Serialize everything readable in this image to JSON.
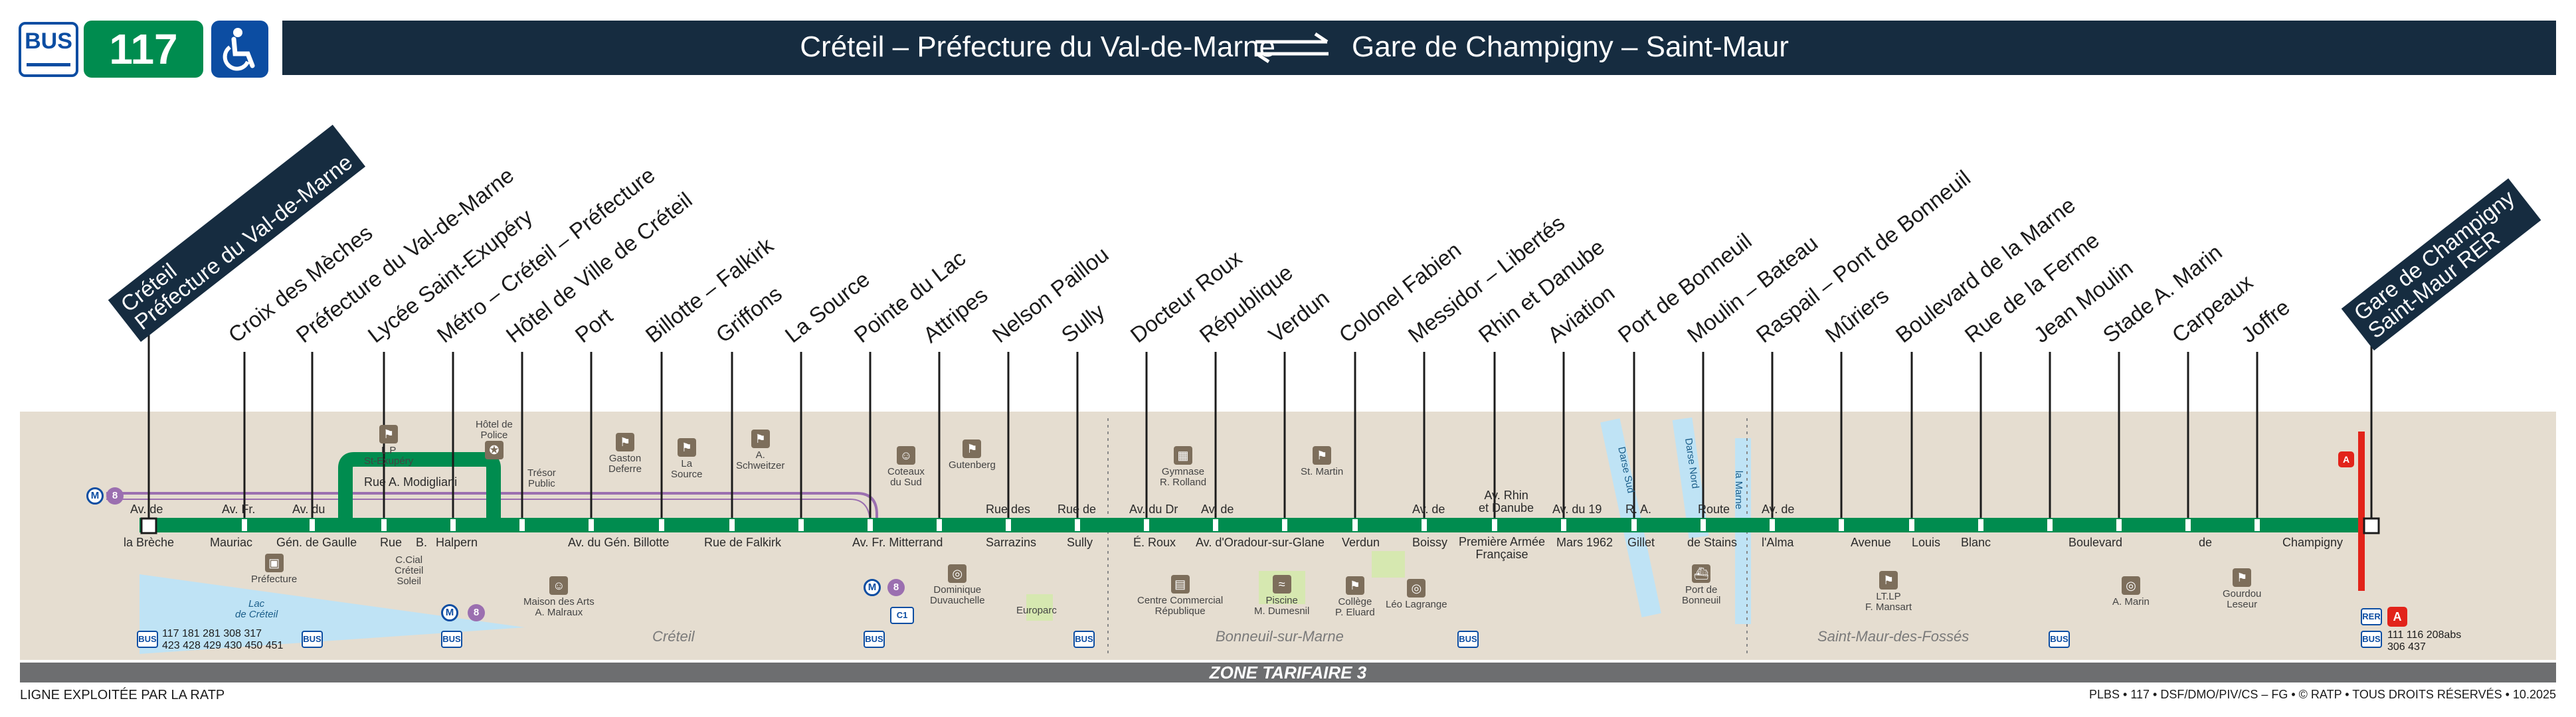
{
  "header": {
    "bus_label": "BUS",
    "line_number": "117",
    "accessibility_icon": "wheelchair-icon",
    "route_from": "Créteil – Préfecture du Val-de-Marne",
    "route_to": "Gare de Champigny – Saint-Maur",
    "direction_icon": "bidirectional-arrows-icon"
  },
  "colors": {
    "line_green": "#008c4f",
    "header_navy": "#162c40",
    "bus_blue": "#0c4da2",
    "map_bg": "#e5ddd0",
    "metro_purple": "#9b6fb0",
    "rer_red": "#e2231a",
    "zone_grey": "#6d6e70"
  },
  "terminus_start": "Créteil\nPréfecture du Val-de-Marne",
  "terminus_end": "Gare de Champigny\nSaint-Maur RER",
  "stops": [
    "Croix des Mèches",
    "Préfecture du Val-de-Marne",
    "Lycée Saint-Exupéry",
    "Métro – Créteil – Préfecture",
    "Hôtel de Ville de Créteil",
    "Port",
    "Billotte – Falkirk",
    "Griffons",
    "La Source",
    "Pointe du Lac",
    "Attripes",
    "Nelson Paillou",
    "Sully",
    "Docteur Roux",
    "République",
    "Verdun",
    "Colonel Fabien",
    "Messidor – Libertés",
    "Rhin et Danube",
    "Aviation",
    "Port de Bonneuil",
    "Moulin – Bateau",
    "Raspail – Pont de Bonneuil",
    "Mûriers",
    "Boulevard de la Marne",
    "Rue de la Ferme",
    "Jean Moulin",
    "Stade A. Marin",
    "Carpeaux",
    "Joffre"
  ],
  "streets_top": [
    "Av. de",
    "Av. Fr.",
    "Av. du",
    "Rue A. Modigliani",
    "Rue des",
    "Rue de",
    "Av. du Dr",
    "Av. de",
    "Av. de",
    "Av. Rhin\net Danube",
    "Av. du 19",
    "R. A.",
    "Route",
    "Av. de"
  ],
  "streets_bottom": [
    "la Brèche",
    "Mauriac",
    "Gén. de Gaulle",
    "Rue",
    "B.",
    "Halpern",
    "Av. du Gén. Billotte",
    "Rue de Falkirk",
    "Av. Fr. Mitterrand",
    "Sarrazins",
    "Sully",
    "É. Roux",
    "Av. d'Oradour-sur-Glane",
    "Verdun",
    "Boissy",
    "Première Armée\nFrançaise",
    "Mars 1962",
    "Gillet",
    "de Stains",
    "l'Alma",
    "Avenue",
    "Louis",
    "Blanc",
    "Boulevard",
    "de",
    "Champigny"
  ],
  "pois": [
    {
      "label": "L.P\nSt-Exupéry",
      "icon": "school-icon"
    },
    {
      "label": "Hôtel de\nPolice",
      "icon": "police-icon"
    },
    {
      "label": "Trésor\nPublic",
      "icon": "none"
    },
    {
      "label": "Gaston\nDeferre",
      "icon": "school-icon"
    },
    {
      "label": "La\nSource",
      "icon": "school-icon"
    },
    {
      "label": "A.\nSchweitzer",
      "icon": "school-icon"
    },
    {
      "label": "Coteaux\ndu Sud",
      "icon": "theatre-icon"
    },
    {
      "label": "Gutenberg",
      "icon": "school-icon"
    },
    {
      "label": "Gymnase\nR. Rolland",
      "icon": "gym-icon"
    },
    {
      "label": "St. Martin",
      "icon": "school-icon"
    },
    {
      "label": "Préfecture",
      "icon": "building-icon"
    },
    {
      "label": "C.Cial\nCréteil\nSoleil",
      "icon": "shopping-icon"
    },
    {
      "label": "Maison des Arts\nA. Malraux",
      "icon": "theatre-icon"
    },
    {
      "label": "Dominique\nDuvauchelle",
      "icon": "stadium-icon"
    },
    {
      "label": "Europarc",
      "icon": "none"
    },
    {
      "label": "Centre Commercial\nRépublique",
      "icon": "shopping-icon"
    },
    {
      "label": "Piscine\nM. Dumesnil",
      "icon": "pool-icon"
    },
    {
      "label": "Collège\nP. Eluard",
      "icon": "school-icon"
    },
    {
      "label": "Léo Lagrange",
      "icon": "stadium-icon"
    },
    {
      "label": "Port de\nBonneuil",
      "icon": "boat-icon"
    },
    {
      "label": "LT.LP\nF. Mansart",
      "icon": "school-icon"
    },
    {
      "label": "A. Marin",
      "icon": "stadium-icon"
    },
    {
      "label": "Gourdou\nLeseur",
      "icon": "school-icon"
    }
  ],
  "water": [
    "Lac\nde Créteil",
    "Darse Sud",
    "Darse Nord",
    "la Marne"
  ],
  "areas": [
    "Créteil",
    "Bonneuil-sur-Marne",
    "Saint-Maur-des-Fossés"
  ],
  "connections": {
    "prefecture": "117 181 281 308 317\n423 428 429 430 450 451",
    "metro_line": "8",
    "metro_label": "M",
    "bus_label": "BUS",
    "rer_line": "A",
    "rer_label": "RER",
    "champigny_bus": "111 116 208abs\n306 437",
    "tram_label": "C1"
  },
  "zone": "ZONE TARIFAIRE 3",
  "footer_left": "LIGNE EXPLOITÉE PAR LA RATP",
  "footer_right": "PLBS • 117 • DSF/DMO/PIV/CS – FG • © RATP • TOUS DROITS RÉSERVÉS • 10.2025"
}
